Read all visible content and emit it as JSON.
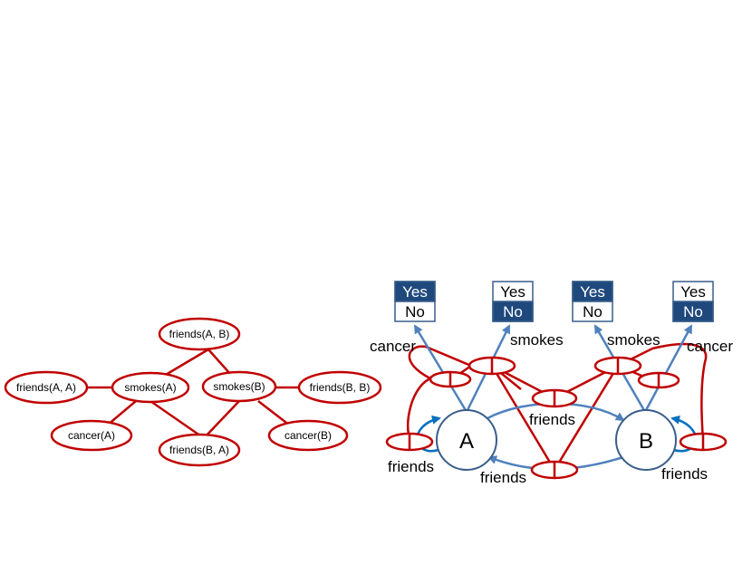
{
  "colors": {
    "red": "#c00000",
    "blue": "#4f81bd",
    "dark_blue": "#1f497d",
    "node_stroke": "#385d8a",
    "curve_blue": "#0070c0"
  },
  "factor_graph": {
    "nodes": {
      "friends_ab": "friends(A, B)",
      "friends_aa": "friends(A, A)",
      "smokes_a": "smokes(A)",
      "smokes_b": "smokes(B)",
      "friends_bb": "friends(B, B)",
      "cancer_a": "cancer(A)",
      "cancer_b": "cancer(B)",
      "friends_ba": "friends(B, A)"
    }
  },
  "lifted_graph": {
    "objects": {
      "a": "A",
      "b": "B"
    },
    "predicates": {
      "cancer_left": "cancer",
      "smokes_left": "smokes",
      "smokes_right": "smokes",
      "cancer_right": "cancer",
      "friends_center": "friends",
      "friends_bottom": "friends",
      "friends_left": "friends",
      "friends_right": "friends"
    },
    "value_boxes": [
      {
        "yes": "Yes",
        "no": "No",
        "selected": "yes"
      },
      {
        "yes": "Yes",
        "no": "No",
        "selected": "no"
      },
      {
        "yes": "Yes",
        "no": "No",
        "selected": "yes"
      },
      {
        "yes": "Yes",
        "no": "No",
        "selected": "no"
      }
    ]
  }
}
